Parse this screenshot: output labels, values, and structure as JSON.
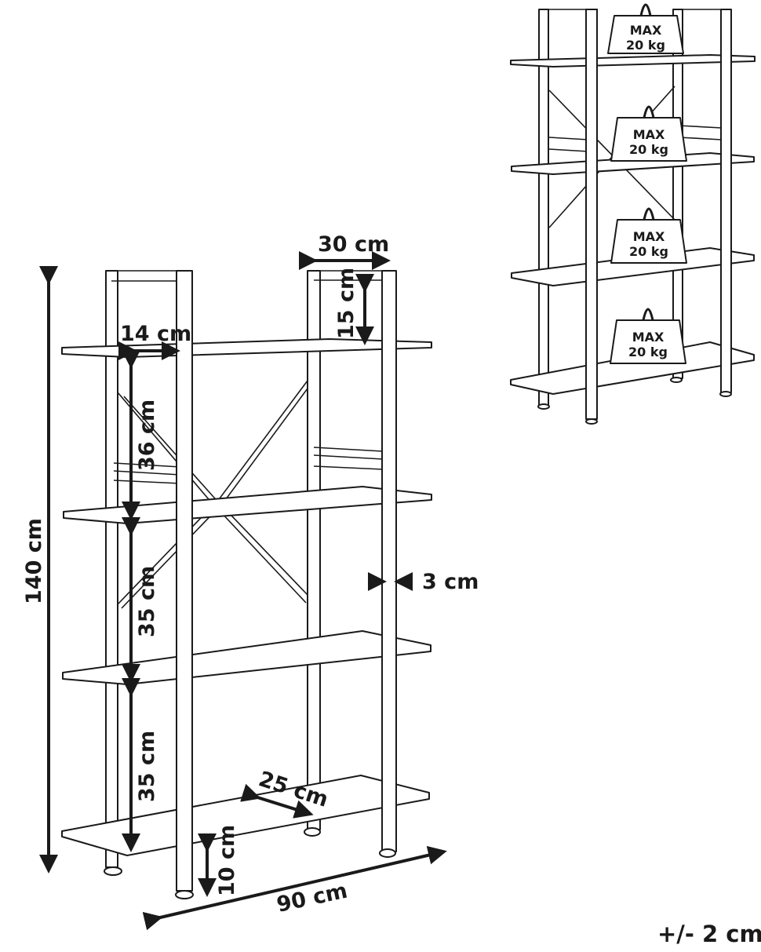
{
  "dimensions": {
    "depth_top": "30 cm",
    "top_gap": "15 cm",
    "shelf_overhang": "14 cm",
    "gap_1": "36 cm",
    "gap_2": "35 cm",
    "gap_3": "35 cm",
    "height": "140 cm",
    "post_width": "3 cm",
    "shelf_depth": "25 cm",
    "leg_height": "10 cm",
    "width": "90 cm"
  },
  "tolerance": "+/- 2 cm",
  "load_labels": [
    {
      "line1": "MAX",
      "line2": "20 kg"
    },
    {
      "line1": "MAX",
      "line2": "20 kg"
    },
    {
      "line1": "MAX",
      "line2": "20 kg"
    },
    {
      "line1": "MAX",
      "line2": "20 kg"
    }
  ]
}
